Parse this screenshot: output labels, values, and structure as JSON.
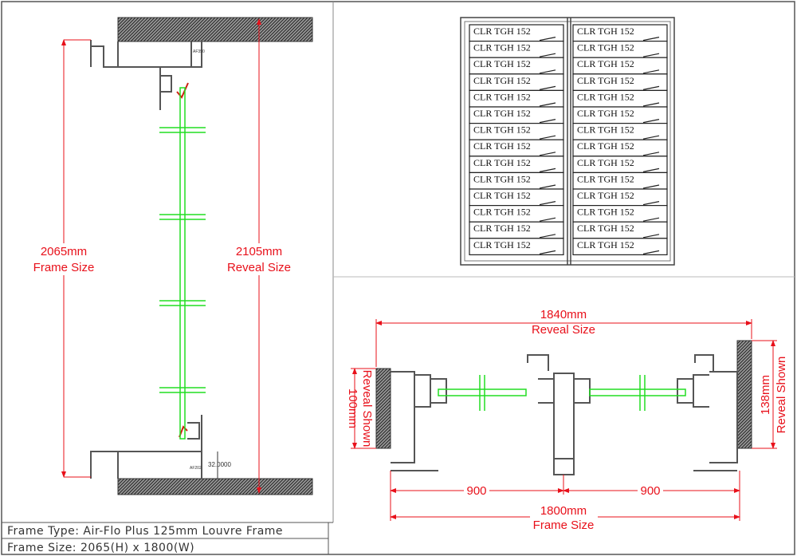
{
  "title_block": {
    "frame_type": "Frame Type: Air-Flo Plus 125mm Louvre Frame",
    "frame_size": "Frame Size: 2065(H) x 1800(W)"
  },
  "section_view": {
    "frame_size_value": "2065mm",
    "frame_size_label": "Frame Size",
    "reveal_size_value": "2105mm",
    "reveal_size_label": "Reveal Size",
    "offset_dim": "32.0000",
    "head_part_code": "AF390",
    "sill_part_code": "AF202"
  },
  "elevation_view": {
    "blade_label": "CLR TGH 152",
    "rows_per_leaf": 14,
    "leaves": 2
  },
  "plan_view": {
    "reveal_width_value": "1840mm",
    "reveal_width_label": "Reveal Size",
    "left_reveal_value": "100mm",
    "left_reveal_label": "Reveal Shown",
    "right_reveal_value": "138mm",
    "right_reveal_label": "Reveal Shown",
    "leaf_left": "900",
    "leaf_right": "900",
    "frame_width_value": "1800mm",
    "frame_width_label": "Frame Size"
  },
  "colors": {
    "dimension": "#e8101a",
    "glass": "#22dd22",
    "frame": "#555555"
  }
}
